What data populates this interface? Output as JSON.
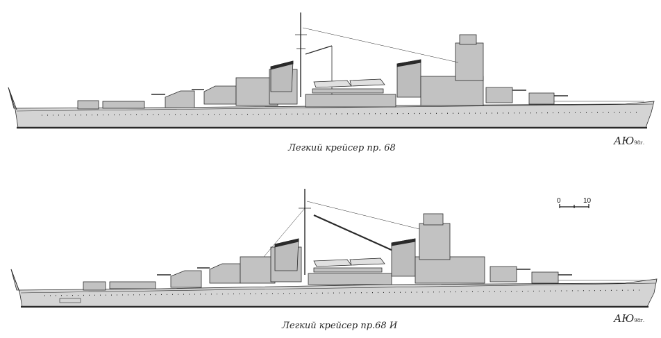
{
  "drawings": [
    {
      "caption": "Легкий крейсер пр. 68",
      "signature": "АЮ",
      "signature_year": "98г."
    },
    {
      "caption": "Легкий крейсер пр.68 И",
      "signature": "АЮ",
      "signature_year": "98г."
    }
  ],
  "scale_bar": {
    "start_label": "0",
    "end_label": "10"
  },
  "colors": {
    "hull": "#d4d4d4",
    "superstructure": "#c2c2c2",
    "outline": "#2a2a2a"
  }
}
